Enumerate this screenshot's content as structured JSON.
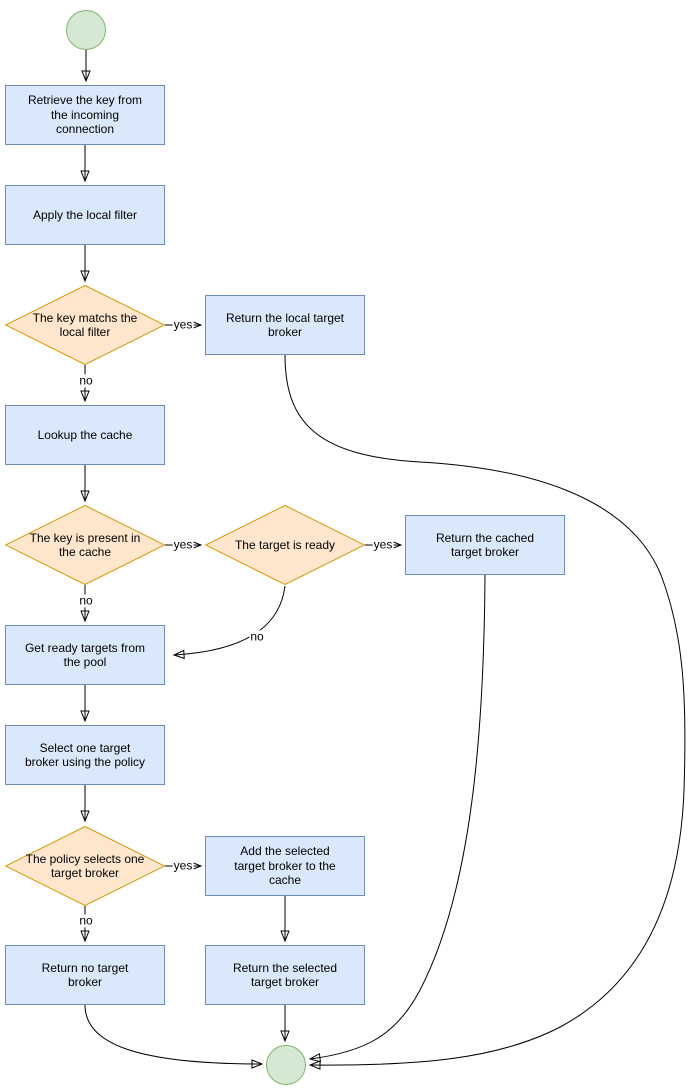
{
  "flowchart": {
    "nodes": {
      "retrieve_key": {
        "label": "Retrieve the key from\nthe incoming\nconnection"
      },
      "apply_filter": {
        "label": "Apply the local filter"
      },
      "key_matches": {
        "label": "The key matchs the\nlocal filter"
      },
      "return_local": {
        "label": "Return the local target\nbroker"
      },
      "lookup_cache": {
        "label": "Lookup the cache"
      },
      "key_present": {
        "label": "The key is present in\nthe cache"
      },
      "target_ready": {
        "label": "The target is ready"
      },
      "return_cached": {
        "label": "Return the cached\ntarget broker"
      },
      "get_ready": {
        "label": "Get ready targets from\nthe pool"
      },
      "select_one": {
        "label": "Select one target\nbroker using the policy"
      },
      "policy_selects": {
        "label": "The policy selects one\ntarget broker"
      },
      "add_selected": {
        "label": "Add the selected\ntarget broker to the\ncache"
      },
      "return_none": {
        "label": "Return no target\nbroker"
      },
      "return_selected": {
        "label": "Return the selected\ntarget broker"
      }
    },
    "edge_labels": {
      "key_matches_yes": "yes",
      "key_matches_no": "no",
      "key_present_yes": "yes",
      "key_present_no": "no",
      "target_ready_yes": "yes",
      "target_ready_no": "no",
      "policy_selects_yes": "yes",
      "policy_selects_no": "no"
    },
    "colors": {
      "process_fill": "#dae8fc",
      "process_stroke": "#6c8ebf",
      "decision_fill": "#ffe6cc",
      "decision_stroke": "#d79b00",
      "terminal_fill": "#d5e8d4",
      "terminal_stroke": "#82b366",
      "connector": "#000000",
      "text": "#000000",
      "background": "#ffffff"
    }
  }
}
